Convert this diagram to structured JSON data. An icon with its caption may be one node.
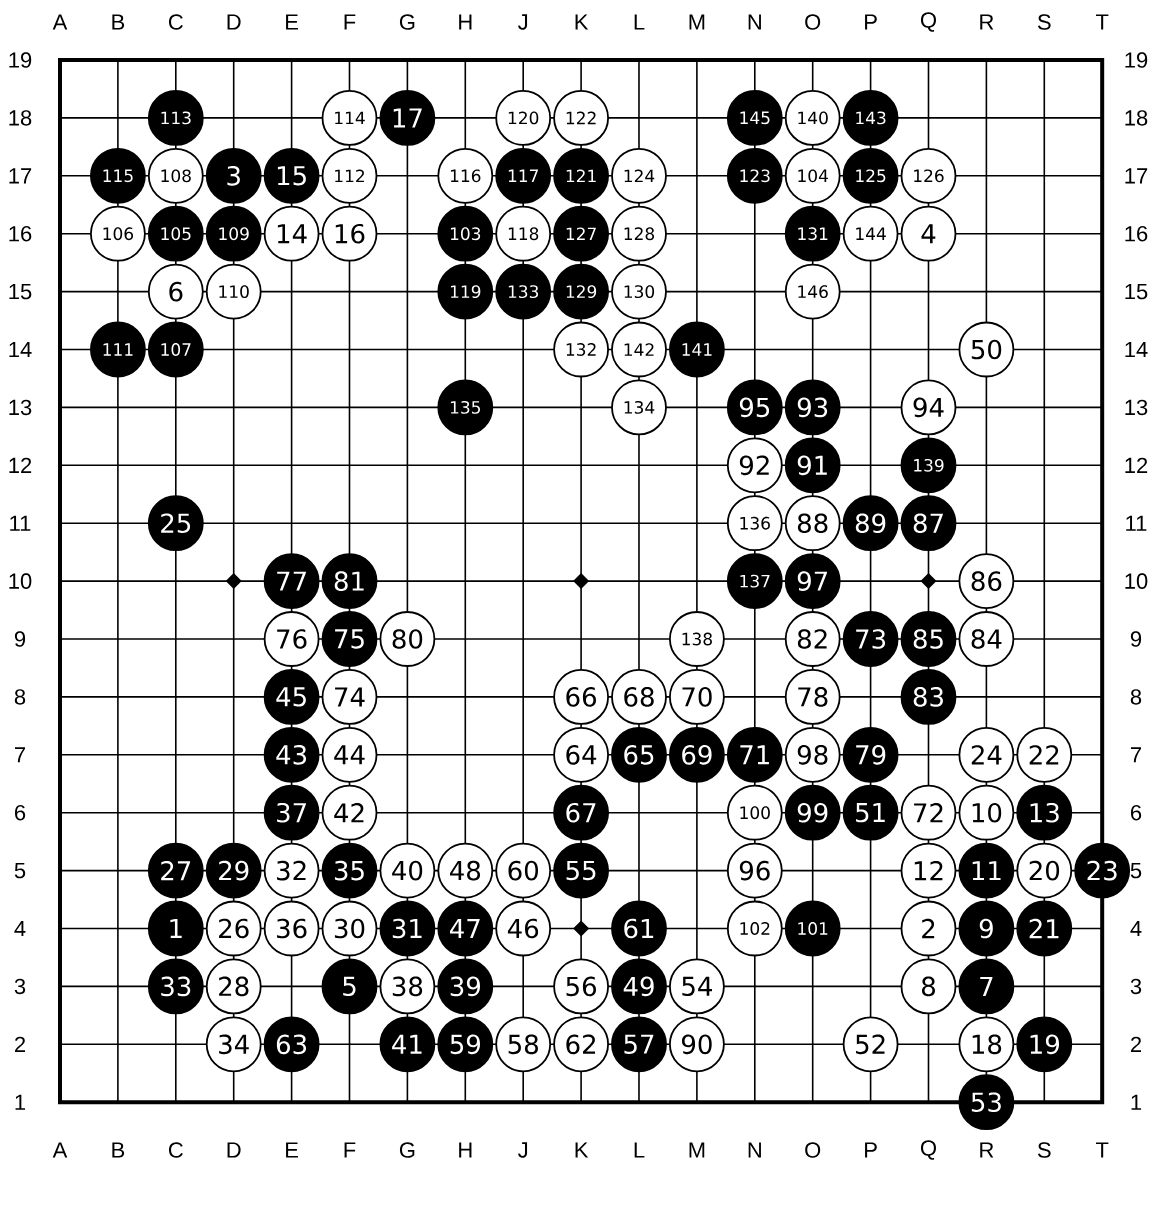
{
  "diagram": {
    "nodes": [
      {
        "text": [
          "113"
        ]
      },
      {
        "text": [
          "114"
        ]
      },
      {
        "text": [
          "17"
        ]
      },
      {
        "text": [
          "120"
        ]
      },
      {
        "text": [
          "122"
        ]
      },
      {
        "text": [
          "145"
        ]
      },
      {
        "text": [
          "140"
        ]
      },
      {
        "text": [
          "143"
        ]
      },
      {
        "text": [
          "115"
        ]
      },
      {
        "text": [
          "108"
        ]
      },
      {
        "text": [
          "3"
        ]
      },
      {
        "text": [
          "15"
        ]
      },
      {
        "text": [
          "112"
        ]
      },
      {
        "text": [
          "116"
        ]
      },
      {
        "text": [
          "117"
        ]
      },
      {
        "text": [
          "121"
        ]
      },
      {
        "text": [
          "124"
        ]
      },
      {
        "text": [
          "123"
        ]
      },
      {
        "text": [
          "104"
        ]
      },
      {
        "text": [
          "125"
        ]
      },
      {
        "text": [
          "126"
        ]
      },
      {
        "text": [
          "106"
        ]
      },
      {
        "text": [
          "105"
        ]
      },
      {
        "text": [
          "109"
        ]
      },
      {
        "text": [
          "14"
        ]
      },
      {
        "text": [
          "16"
        ]
      },
      {
        "text": [
          "103"
        ]
      },
      {
        "text": [
          "118"
        ]
      },
      {
        "text": [
          "127"
        ]
      },
      {
        "text": [
          "128"
        ]
      },
      {
        "text": [
          "131"
        ]
      },
      {
        "text": [
          "144"
        ]
      },
      {
        "text": [
          "4"
        ]
      },
      {
        "text": [
          "6"
        ]
      },
      {
        "text": [
          "110"
        ]
      },
      {
        "text": [
          "119"
        ]
      },
      {
        "text": [
          "133"
        ]
      },
      {
        "text": [
          "129"
        ]
      },
      {
        "text": [
          "130"
        ]
      },
      {
        "text": [
          "146"
        ]
      },
      {
        "text": [
          "111"
        ]
      },
      {
        "text": [
          "107"
        ]
      },
      {
        "text": [
          "132"
        ]
      },
      {
        "text": [
          "142"
        ]
      },
      {
        "text": [
          "141"
        ]
      },
      {
        "text": [
          "50"
        ]
      },
      {
        "text": [
          "135"
        ]
      },
      {
        "text": [
          "134"
        ]
      },
      {
        "text": [
          "95"
        ]
      },
      {
        "text": [
          "93"
        ]
      },
      {
        "text": [
          "94"
        ]
      },
      {
        "text": [
          "92"
        ]
      },
      {
        "text": [
          "91"
        ]
      },
      {
        "text": [
          "139"
        ]
      },
      {
        "text": [
          "25"
        ]
      },
      {
        "text": [
          "136"
        ]
      },
      {
        "text": [
          "88"
        ]
      },
      {
        "text": [
          "89"
        ]
      },
      {
        "text": [
          "87"
        ]
      },
      {
        "text": [
          "77"
        ]
      },
      {
        "text": [
          "81"
        ]
      },
      {
        "text": [
          "137"
        ]
      },
      {
        "text": [
          "97"
        ]
      },
      {
        "text": [
          "86"
        ]
      },
      {
        "text": [
          "76"
        ]
      },
      {
        "text": [
          "75"
        ]
      },
      {
        "text": [
          "80"
        ]
      },
      {
        "text": [
          "138"
        ]
      },
      {
        "text": [
          "82"
        ]
      },
      {
        "text": [
          "73"
        ]
      },
      {
        "text": [
          "85"
        ]
      },
      {
        "text": [
          "84"
        ]
      },
      {
        "text": [
          "45"
        ]
      },
      {
        "text": [
          "74"
        ]
      },
      {
        "text": [
          "66"
        ]
      },
      {
        "text": [
          "68"
        ]
      },
      {
        "text": [
          "70"
        ]
      },
      {
        "text": [
          "78"
        ]
      },
      {
        "text": [
          "83"
        ]
      },
      {
        "text": [
          "43"
        ]
      },
      {
        "text": [
          "44"
        ]
      },
      {
        "text": [
          "64"
        ]
      },
      {
        "text": [
          "65"
        ]
      },
      {
        "text": [
          "69"
        ]
      },
      {
        "text": [
          "71"
        ]
      },
      {
        "text": [
          "98"
        ]
      },
      {
        "text": [
          "79"
        ]
      },
      {
        "text": [
          "24"
        ]
      },
      {
        "text": [
          "22"
        ]
      },
      {
        "text": [
          "37"
        ]
      },
      {
        "text": [
          "42"
        ]
      },
      {
        "text": [
          "67"
        ]
      },
      {
        "text": [
          "100"
        ]
      },
      {
        "text": [
          "99"
        ]
      },
      {
        "text": [
          "51"
        ]
      },
      {
        "text": [
          "72"
        ]
      },
      {
        "text": [
          "10"
        ]
      },
      {
        "text": [
          "13"
        ]
      },
      {
        "text": [
          "27"
        ]
      },
      {
        "text": [
          "29"
        ]
      },
      {
        "text": [
          "32"
        ]
      },
      {
        "text": [
          "35"
        ]
      },
      {
        "text": [
          "40"
        ]
      },
      {
        "text": [
          "48"
        ]
      },
      {
        "text": [
          "60"
        ]
      },
      {
        "text": [
          "55"
        ]
      },
      {
        "text": [
          "96"
        ]
      },
      {
        "text": [
          "12"
        ]
      },
      {
        "text": [
          "11"
        ]
      },
      {
        "text": [
          "20"
        ]
      },
      {
        "text": [
          "23"
        ]
      },
      {
        "text": [
          "1"
        ]
      },
      {
        "text": [
          "26"
        ]
      },
      {
        "text": [
          "36"
        ]
      },
      {
        "text": [
          "30"
        ]
      },
      {
        "text": [
          "31"
        ]
      },
      {
        "text": [
          "47"
        ]
      },
      {
        "text": [
          "46"
        ]
      },
      {
        "text": [
          "61"
        ]
      },
      {
        "text": [
          "102"
        ]
      },
      {
        "text": [
          "101"
        ]
      },
      {
        "text": [
          "2"
        ]
      },
      {
        "text": [
          "9"
        ]
      },
      {
        "text": [
          "21"
        ]
      },
      {
        "text": [
          "33"
        ]
      },
      {
        "text": [
          "28"
        ]
      },
      {
        "text": [
          "5"
        ]
      },
      {
        "text": [
          "38"
        ]
      },
      {
        "text": [
          "39"
        ]
      },
      {
        "text": [
          "56"
        ]
      },
      {
        "text": [
          "49"
        ]
      },
      {
        "text": [
          "54"
        ]
      },
      {
        "text": [
          "8"
        ]
      },
      {
        "text": [
          "7"
        ]
      },
      {
        "text": [
          "34"
        ]
      },
      {
        "text": [
          "63"
        ]
      },
      {
        "text": [
          "41"
        ]
      },
      {
        "text": [
          "59"
        ]
      },
      {
        "text": [
          "58"
        ]
      },
      {
        "text": [
          "62"
        ]
      },
      {
        "text": [
          "57"
        ]
      },
      {
        "text": [
          "90"
        ]
      },
      {
        "text": [
          "52"
        ]
      },
      {
        "text": [
          "18"
        ]
      },
      {
        "text": [
          "19"
        ]
      },
      {
        "text": [
          "53"
        ]
      }
    ],
    "labels": [
      "A",
      "B",
      "C",
      "D",
      "E",
      "F",
      "G",
      "H",
      "J",
      "K",
      "L",
      "M",
      "N",
      "O",
      "P",
      "Q",
      "R",
      "S",
      "T",
      "19",
      "19",
      "18",
      "18",
      "17",
      "17",
      "16",
      "16",
      "15",
      "15",
      "14",
      "14",
      "13",
      "13",
      "12",
      "12",
      "11",
      "11",
      "10",
      "10",
      "9",
      "9",
      "8",
      "8",
      "7",
      "7",
      "6",
      "6",
      "5",
      "5",
      "4",
      "4",
      "3",
      "3",
      "2",
      "2",
      "1",
      "1",
      "A",
      "B",
      "C",
      "D",
      "E",
      "F",
      "G",
      "H",
      "J",
      "K",
      "L",
      "M",
      "N",
      "O",
      "P",
      "Q",
      "R",
      "S",
      "T"
    ]
  }
}
